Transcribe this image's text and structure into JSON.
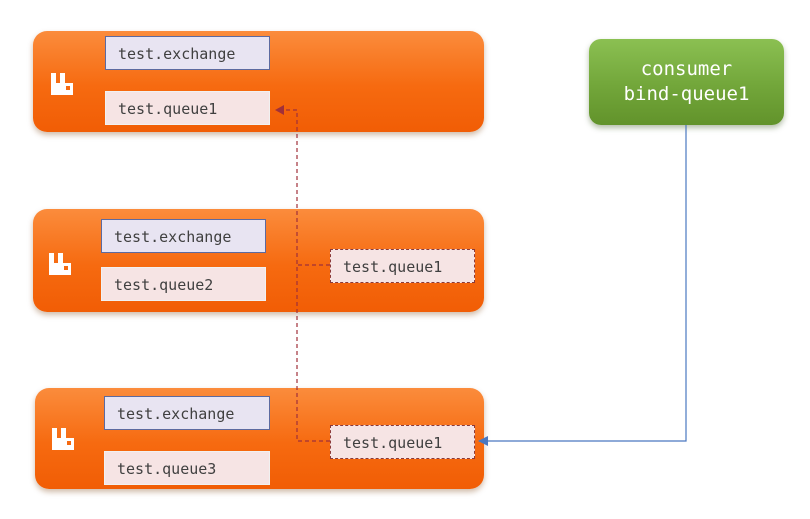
{
  "nodes": [
    {
      "exchange": "test.exchange",
      "queue": "test.queue1",
      "mirror": null
    },
    {
      "exchange": "test.exchange",
      "queue": "test.queue2",
      "mirror": "test.queue1"
    },
    {
      "exchange": "test.exchange",
      "queue": "test.queue3",
      "mirror": "test.queue1"
    }
  ],
  "consumer": {
    "line1": "consumer",
    "line2": "bind-queue1"
  },
  "colors": {
    "node_orange": "#f66a10",
    "consumer_green": "#72a63a",
    "exchange_fill": "#e8e4f2",
    "queue_fill": "#f6e4e4",
    "mirror_link": "#a0303a",
    "consumer_link": "#4a78c0"
  },
  "icons": {
    "node_logo": "rabbitmq-logo-icon"
  }
}
